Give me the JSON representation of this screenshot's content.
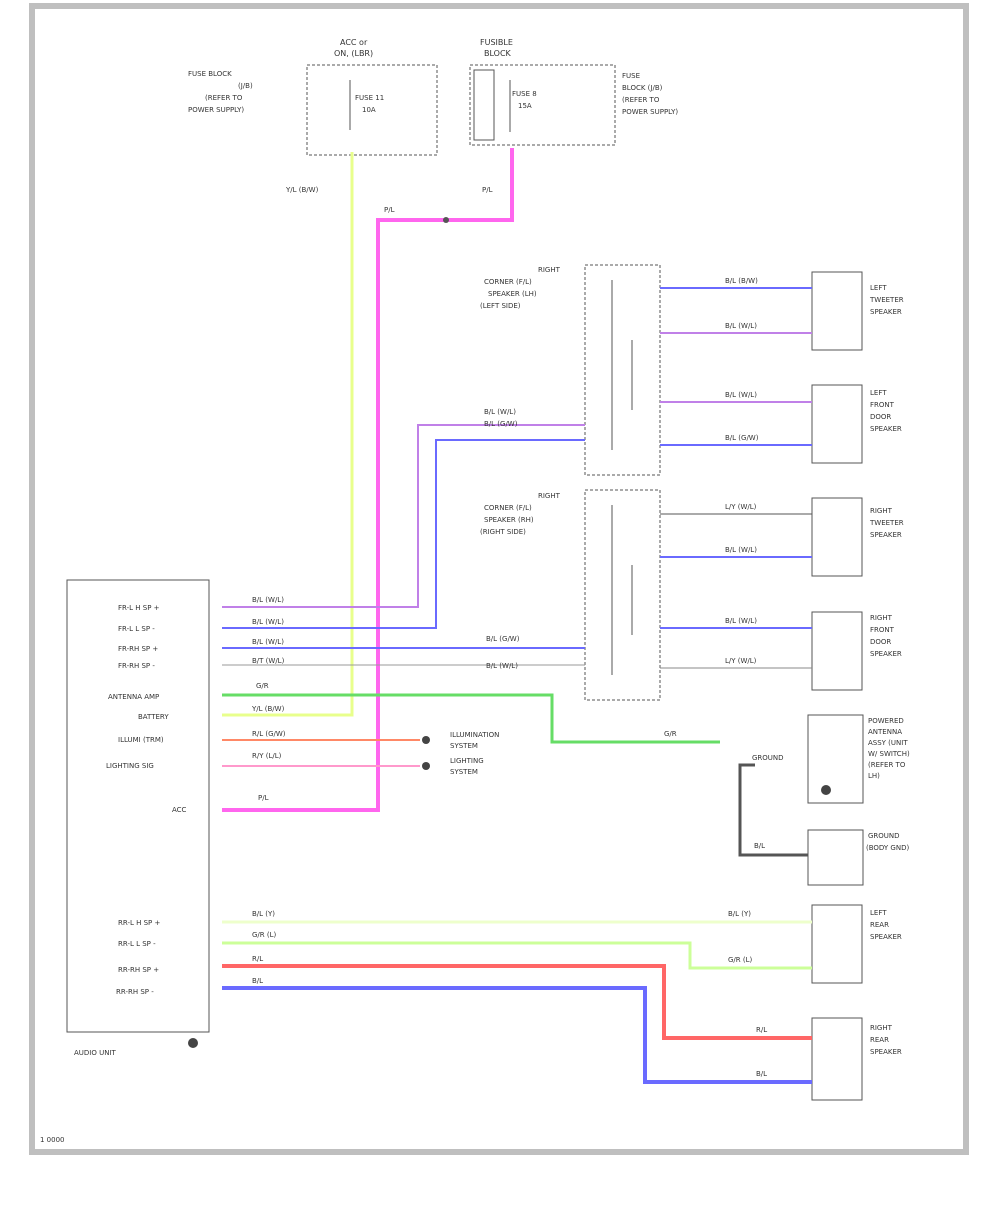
{
  "diagram": {
    "colors": {
      "border": "#bfbfbf",
      "box": "#555555",
      "text": "#333333",
      "wire_yellow": "#e8ff8c",
      "wire_pink": "#ff66ee",
      "wire_blue": "#6a6aff",
      "wire_purple": "#c080e8",
      "wire_green": "#66dd66",
      "wire_red": "#ff6666",
      "wire_light_green": "#ccff99",
      "wire_light_yellow": "#eeffcc",
      "wire_dark": "#555555"
    },
    "top_left_component": {
      "header": [
        "ACC or",
        "ON, (LBR)"
      ],
      "side_text": [
        "FUSE BLOCK",
        "(J/B)",
        "(REFER TO",
        "POWER SUPPLY)"
      ],
      "inner": [
        "FUSE 11",
        "10A"
      ]
    },
    "top_right_component": {
      "header": [
        "FUSIBLE",
        "BLOCK"
      ],
      "side_text": [
        "FUSE",
        "BLOCK (J/B)",
        "(REFER TO",
        "POWER SUPPLY)"
      ],
      "inner": [
        "FUSE 8",
        "15A"
      ]
    },
    "wire_labels": {
      "yellow_top": "Y/L (B/W)",
      "pink_top": "P/L",
      "pink_mid": "P/L",
      "pink_bottom": "P/L",
      "green_mid": "G/R"
    },
    "connector_box_front": [
      "RIGHT",
      "CORNER (F/L)",
      "SPEAKER (LH)",
      "(LEFT SIDE)"
    ],
    "connector_box_rear": [
      "RIGHT",
      "CORNER (F/L)",
      "SPEAKER (RH)",
      "(RIGHT SIDE)"
    ],
    "speakers": [
      {
        "name": [
          "LEFT",
          "TWEETER",
          "SPEAKER"
        ]
      },
      {
        "name": [
          "LEFT",
          "FRONT",
          "DOOR",
          "SPEAKER"
        ]
      },
      {
        "name": [
          "RIGHT",
          "TWEETER",
          "SPEAKER"
        ]
      },
      {
        "name": [
          "RIGHT",
          "FRONT",
          "DOOR",
          "SPEAKER"
        ]
      },
      {
        "name": [
          "LEFT",
          "REAR",
          "SPEAKER"
        ]
      },
      {
        "name": [
          "RIGHT",
          "REAR",
          "SPEAKER"
        ]
      }
    ],
    "speaker_wires": [
      "B/L (B/W)",
      "B/L (W/L)",
      "B/L (W/L)",
      "B/L (G/W)",
      "L/Y (W/L)",
      "B/L (W/L)",
      "B/L (W/L)",
      "L/Y (W/L)",
      "B/L (Y)",
      "G/R (L)",
      "R/L",
      "B/L"
    ],
    "mid_wire_labels": [
      "B/L (W/L)",
      "B/L (G/W)",
      "B/L (G/W)",
      "B/L (W/L)"
    ],
    "amp_pins": [
      "FR-L H SP +",
      "FR-L L SP -",
      "FR-RH SP +",
      "FR-RH SP -",
      "ANTENNA AMP",
      "BATTERY",
      "ILLUMI (TRM)",
      "LIGHTING SIG",
      "ACC",
      "RR-L H SP +",
      "RR-L L SP -",
      "RR-RH SP +",
      "RR-RH SP -"
    ],
    "amp_pin_wires": [
      "B/L (W/L)",
      "B/L (W/L)",
      "B/L (W/L)",
      "B/T (W/L)",
      "G/R",
      "Y/L (B/W)",
      "R/L (G/W)",
      "R/Y (L/L)",
      "P/L",
      "B/L (Y)",
      "G/R (L)",
      "R/L",
      "B/L"
    ],
    "amp_bottom_pin": "P/L",
    "amp_label": "AUDIO UNIT",
    "illum_refs": [
      [
        "ILLUMINATION",
        "SYSTEM"
      ],
      [
        "LIGHTING",
        "SYSTEM"
      ]
    ],
    "antenna": {
      "wire": "G/R",
      "label": [
        "POWERED",
        "ANTENNA",
        "ASSY (UNIT",
        "W/ SWITCH)",
        "(REFER TO",
        "LH)"
      ],
      "ground": "GROUND",
      "wire2": "B/L"
    },
    "ground_box": [
      "GROUND",
      "(BODY GND)"
    ],
    "rear_left_wires": [
      "B/L (Y)",
      "G/R (L)"
    ],
    "rear_right_wires": [
      "R/L",
      "B/L"
    ],
    "footnote": "1 0000"
  }
}
